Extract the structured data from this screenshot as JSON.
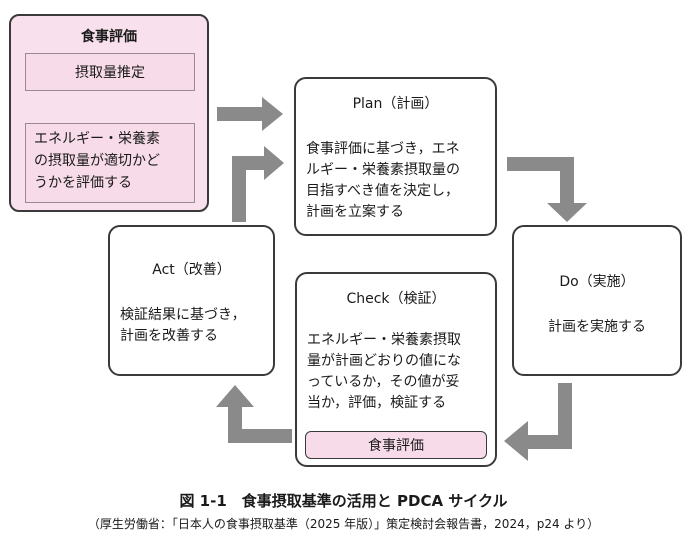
{
  "diagram": {
    "colors": {
      "box_border": "#3a3a3a",
      "pink_fill": "#f8e1ec",
      "inner_pink": "#f7dbe8",
      "arrow": "#8a8a8a"
    },
    "assessment": {
      "title": "食事評価",
      "step1": "摂取量推定",
      "step2_lines": [
        "エネルギー・栄養素",
        "の摂取量が適切かど",
        "うかを評価する"
      ]
    },
    "plan": {
      "title": "Plan（計画）",
      "lines": [
        "食事評価に基づき，エネ",
        "ルギー・栄養素摂取量の",
        "目指すべき値を決定し，",
        "計画を立案する"
      ]
    },
    "do": {
      "title": "Do（実施）",
      "lines": [
        "計画を実施する"
      ]
    },
    "check": {
      "title": "Check（検証）",
      "lines": [
        "エネルギー・栄養素摂取",
        "量が計画どおりの値にな",
        "っているか，その値が妥",
        "当か，評価，検証する"
      ],
      "inner_label": "食事評価"
    },
    "act": {
      "title": "Act（改善）",
      "lines": [
        "検証結果に基づき，",
        "計画を改善する"
      ]
    }
  },
  "caption": {
    "figure": "図 1-1　食事摂取基準の活用と PDCA サイクル",
    "source": "（厚生労働省：「日本人の食事摂取基準（2025 年版）」策定検討会報告書，2024，p24 より）"
  }
}
